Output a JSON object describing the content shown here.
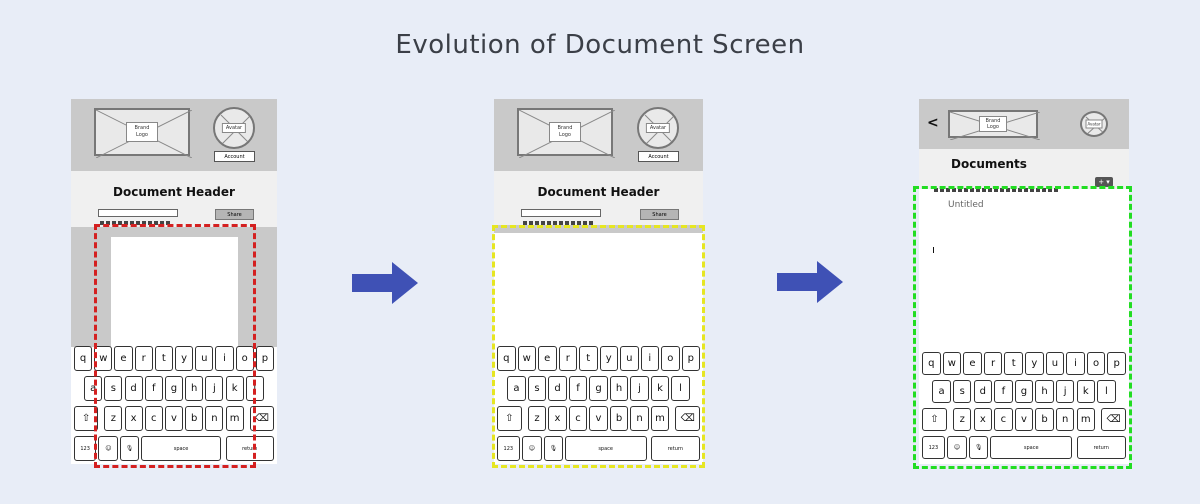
{
  "title": "Evolution of Document Screen",
  "screens": [
    {
      "brand_logo": "Brand\nLogo",
      "avatar": "Avatar",
      "account": "Account",
      "doc_header": "Document Header",
      "share": "Share",
      "highlight_color": "#d42020"
    },
    {
      "brand_logo": "Brand\nLogo",
      "avatar": "Avatar",
      "account": "Account",
      "doc_header": "Document Header",
      "share": "Share",
      "highlight_color": "#e6e622"
    },
    {
      "back": "<",
      "brand_logo": "Brand\nLogo",
      "avatar": "Avatar",
      "documents_title": "Documents",
      "add_button": "+ ▾",
      "untitled": "Untitled",
      "highlight_color": "#22dd22"
    }
  ],
  "keyboard": {
    "row1": [
      "q",
      "w",
      "e",
      "r",
      "t",
      "y",
      "u",
      "i",
      "o",
      "p"
    ],
    "row2": [
      "a",
      "s",
      "d",
      "f",
      "g",
      "h",
      "j",
      "k",
      "l"
    ],
    "row3": [
      "z",
      "x",
      "c",
      "v",
      "b",
      "n",
      "m"
    ],
    "shift": "⇧",
    "delete": "⌫",
    "num": "123",
    "emoji": "☺",
    "mic": "🎙",
    "space": "space",
    "return": "return"
  },
  "arrow_color": "#3f51b5"
}
